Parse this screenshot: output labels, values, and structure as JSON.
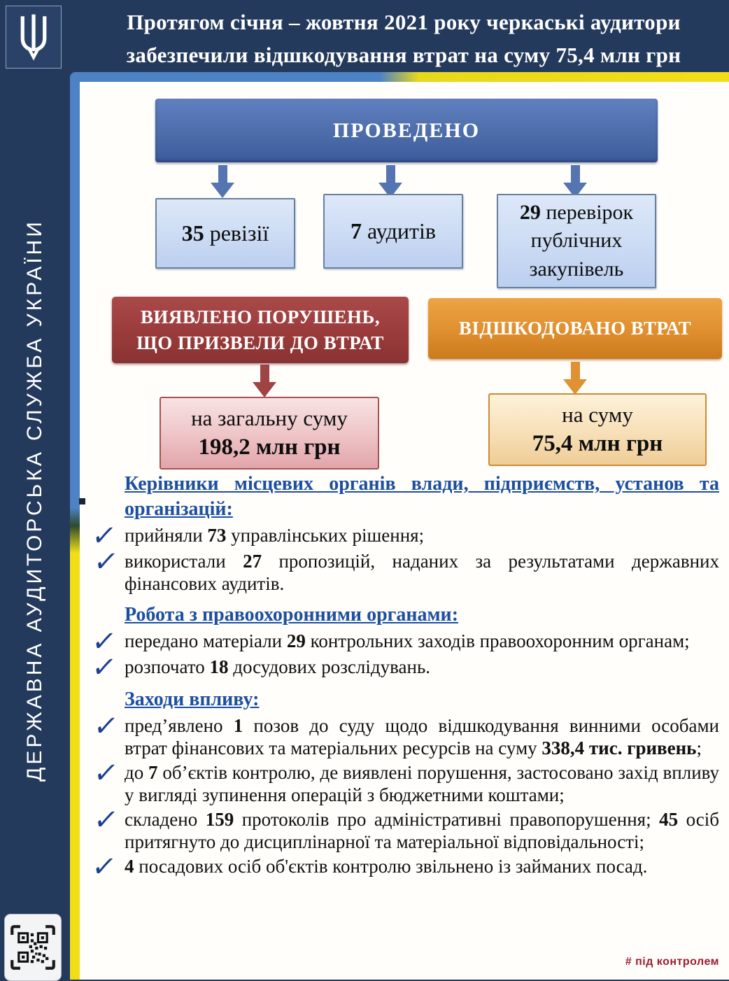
{
  "colors": {
    "navy_background": "#243a5c",
    "card_white": "#fffefb",
    "border_blue": "#4d82c4",
    "border_yellow": "#f2de17",
    "flow_header_blue": "#4c6caa",
    "flow_card_blue": "#cfdef5",
    "violations_red": "#9a3b3b",
    "violations_pink": "#eec3c6",
    "reimbursed_orange": "#df8f2e",
    "reimbursed_cream": "#f7dfb7",
    "heading_blue": "#1d4fa1",
    "check_blue": "#1c3f93",
    "footer_red": "#9e1b2e"
  },
  "sidebar": {
    "org_name": "ДЕРЖАВНА АУДИТОРСЬКА СЛУЖБА УКРАЇНИ"
  },
  "header": {
    "line1": "Протягом січня – жовтня 2021 року черкаські аудитори",
    "line2": "забезпечили відшкодування втрат на суму 75,4 млн грн"
  },
  "flow": {
    "conducted_label": "ПРОВЕДЕНО",
    "conducted_items": [
      {
        "segments": [
          [
            "35",
            1
          ],
          [
            " ревізії",
            0
          ]
        ]
      },
      {
        "segments": [
          [
            "7",
            1
          ],
          [
            " аудитів",
            0
          ]
        ]
      },
      {
        "segments": [
          [
            "29",
            1
          ],
          [
            " перевірок публічних закупівель",
            0
          ]
        ]
      }
    ],
    "violations": {
      "line1": "ВИЯВЛЕНО ПОРУШЕНЬ,",
      "line2": "ЩО ПРИЗВЕЛИ ДО ВТРАТ",
      "amount_label": "на загальну суму",
      "amount_value": "198,2 млн грн"
    },
    "reimbursed": {
      "label": "ВІДШКОДОВАНО ВТРАТ",
      "amount_label": "на суму",
      "amount_value": "75,4 млн грн"
    }
  },
  "sections": [
    {
      "heading": "Керівники місцевих органів влади, підприємств, установ та організацій:",
      "bullets": [
        {
          "segments": [
            [
              "прийняли ",
              0
            ],
            [
              "73",
              1
            ],
            [
              " управлінських рішення;",
              0
            ]
          ]
        },
        {
          "segments": [
            [
              "використали ",
              0
            ],
            [
              "27",
              1
            ],
            [
              " пропозицій, наданих за результатами державних фінансових аудитів.",
              0
            ]
          ]
        }
      ]
    },
    {
      "heading": "Робота з правоохоронними органами:",
      "bullets": [
        {
          "segments": [
            [
              "передано матеріали ",
              0
            ],
            [
              "29",
              1
            ],
            [
              " контрольних заходів правоохоронним органам;",
              0
            ]
          ]
        },
        {
          "segments": [
            [
              "розпочато ",
              0
            ],
            [
              "18",
              1
            ],
            [
              " досудових розслідувань.",
              0
            ]
          ]
        }
      ]
    },
    {
      "heading": "Заходи впливу:",
      "bullets": [
        {
          "segments": [
            [
              "пред’явлено ",
              0
            ],
            [
              "1",
              1
            ],
            [
              " позов до суду щодо відшкодування винними особами втрат фінансових та матеріальних ресурсів на суму ",
              0
            ],
            [
              "338,4 тис. гривень",
              1
            ],
            [
              ";",
              0
            ]
          ]
        },
        {
          "segments": [
            [
              "до ",
              0
            ],
            [
              "7",
              1
            ],
            [
              " об’єктів контролю, де виявлені порушення, застосовано захід впливу у вигляді зупинення операцій з бюджетними коштами;",
              0
            ]
          ]
        },
        {
          "segments": [
            [
              "складено ",
              0
            ],
            [
              "159",
              1
            ],
            [
              " протоколів про адміністративні правопорушення; ",
              0
            ],
            [
              "45",
              1
            ],
            [
              " осіб притягнуто до дисциплінарної та матеріальної відповідальності;",
              0
            ]
          ]
        },
        {
          "segments": [
            [
              "4",
              1
            ],
            [
              " посадових осіб об'єктів контролю звільнено із займаних посад.",
              0
            ]
          ]
        }
      ]
    }
  ],
  "footer": {
    "hashtag": "# під контролем"
  }
}
